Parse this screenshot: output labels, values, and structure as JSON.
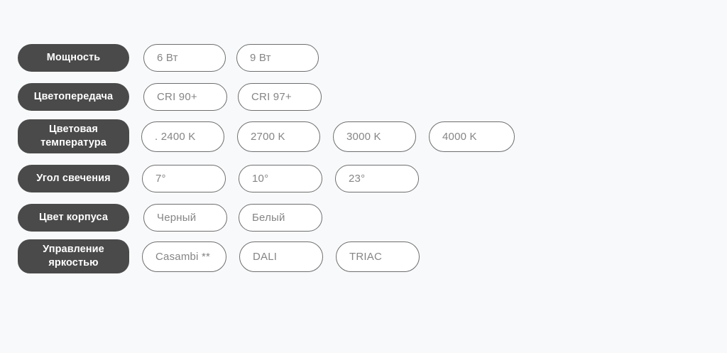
{
  "page": {
    "background_color": "#f8f9fa",
    "label_pill_color": "#4a4a4a",
    "label_text_color": "#ffffff",
    "option_border_color": "#6e6e6e",
    "option_text_color": "#858585",
    "option_fill_color": "#ffffff"
  },
  "spec_rows": [
    {
      "label": "Мощность",
      "lines": 1,
      "options": [
        {
          "value": "6 Вт"
        },
        {
          "value": "9 Вт"
        }
      ]
    },
    {
      "label": "Цветопередача",
      "lines": 1,
      "options": [
        {
          "value": "CRI 90+"
        },
        {
          "value": "CRI 97+"
        }
      ]
    },
    {
      "label": "Цветовая температура",
      "label_line_1": "Цветовая",
      "label_line_2": "температура",
      "lines": 2,
      "options": [
        {
          "value": ". 2400 K"
        },
        {
          "value": "2700 K"
        },
        {
          "value": "3000 K"
        },
        {
          "value": "4000 K"
        }
      ]
    },
    {
      "label": "Угол свечения",
      "lines": 1,
      "options": [
        {
          "value": "7°"
        },
        {
          "value": "10°"
        },
        {
          "value": "23°"
        }
      ]
    },
    {
      "label": "Цвет корпуса",
      "lines": 1,
      "options": [
        {
          "value": "Черный"
        },
        {
          "value": "Белый"
        }
      ]
    },
    {
      "label": "Управление яркостью",
      "label_line_1": "Управление",
      "label_line_2": "яркостью",
      "lines": 2,
      "options": [
        {
          "value": "Casambi **"
        },
        {
          "value": "DALI"
        },
        {
          "value": "TRIAC"
        }
      ]
    }
  ]
}
